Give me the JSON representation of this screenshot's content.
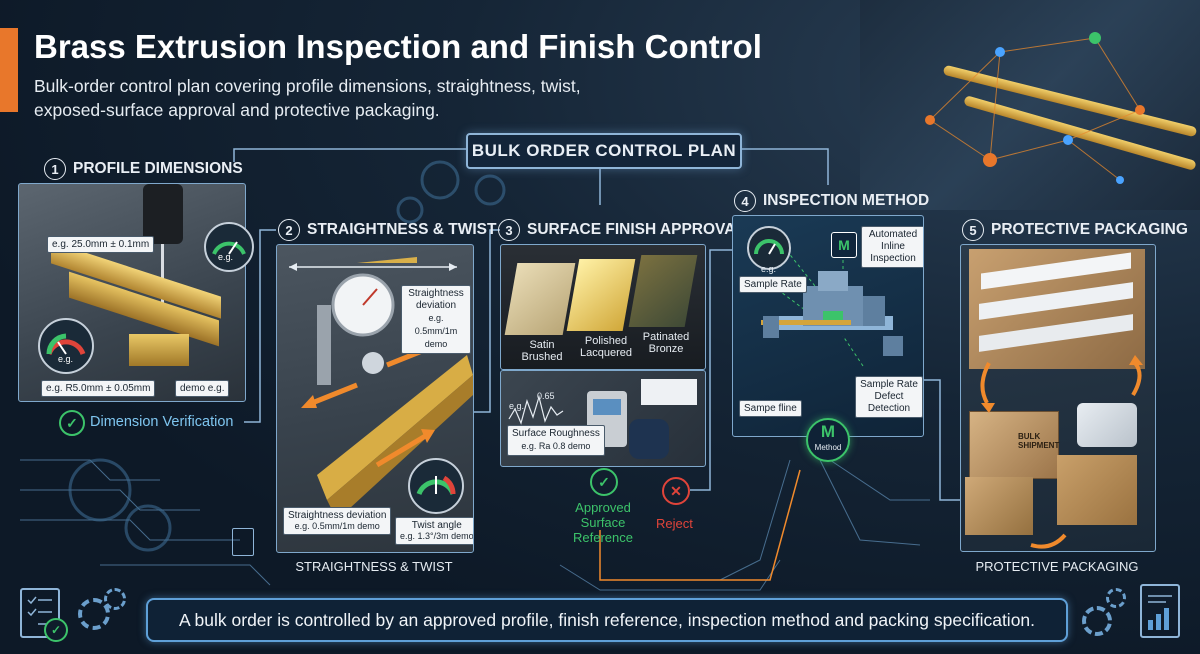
{
  "header": {
    "title": "Brass Extrusion Inspection and Finish Control",
    "subtitle": "Bulk-order control plan covering profile dimensions, straightness, twist, exposed-surface approval and protective packaging."
  },
  "plan_label": "BULK ORDER CONTROL PLAN",
  "steps": [
    {
      "number": "1",
      "title": "PROFILE DIMENSIONS",
      "labels": {
        "dim_top": "e.g. 25.0mm ± 0.1mm",
        "gauge": "e.g.",
        "gauge2": "e.g.",
        "radius": "e.g. R5.0mm ± 0.05mm",
        "demo": "demo e.g."
      },
      "verification": "Dimension Verification"
    },
    {
      "number": "2",
      "title": "STRAIGHTNESS & TWIST",
      "labels": {
        "dev_title": "Straightness deviation",
        "dev_value": "e.g. 0.5mm/1m demo",
        "dev_small": "e.g. 0.5mm/1m demo",
        "twist_title": "Twist angle",
        "twist_value": "e.g. 1.3°/3m demo"
      },
      "caption": "STRAIGHTNESS & TWIST"
    },
    {
      "number": "3",
      "title": "SURFACE FINISH APPROVAL",
      "finishes": [
        "Satin Brushed",
        "Polished Lacquered",
        "Patinated Bronze"
      ],
      "roughness": {
        "chart_eg": "e.g.",
        "chart_value": "0.65",
        "title": "Surface Roughness",
        "value": "e.g. Ra 0.8 demo"
      },
      "approved": "Approved Surface Reference",
      "reject": "Reject"
    },
    {
      "number": "4",
      "title": "INSPECTION METHOD",
      "labels": {
        "gauge": "e.g.",
        "automated": "Automated Inline Inspection",
        "sample_rate": "Sample Rate",
        "sample_line": "Sampe fline",
        "sample_defect": "Sample Rate Defect Detection",
        "method": "Method"
      }
    },
    {
      "number": "5",
      "title": "PROTECTIVE PACKAGING",
      "crate_label": "BULK SHIPMENT",
      "caption": "PROTECTIVE PACKAGING"
    }
  ],
  "footer": "A bulk order is controlled by an approved profile, finish reference, inspection method and packing specification.",
  "colors": {
    "accent": "#e8772b",
    "panel_border": "#7fa8cc",
    "approve_green": "#3cc36a",
    "reject_red": "#e0443a",
    "brass": "#d4a53c",
    "arrow_orange": "#f08a2c"
  },
  "icons": [
    "check-icon",
    "x-icon",
    "gear-icon",
    "checklist-icon",
    "document-icon",
    "bar-chart-icon",
    "gauge-icon"
  ]
}
